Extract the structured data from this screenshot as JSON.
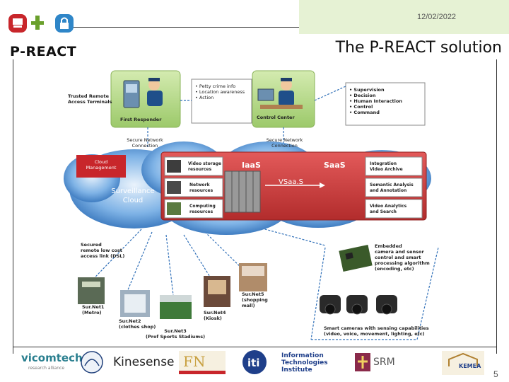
{
  "header": {
    "date": "12/02/2022",
    "brand": "P-REACT",
    "title": "The P-REACT solution"
  },
  "diagram": {
    "top_left": {
      "terminals_label": "Trusted Remote\nAccess Terminals",
      "first_responder_label": "First Responder",
      "bullets": [
        "Petty crime info",
        "Location awareness",
        "Action"
      ],
      "connection_label": "Secure Network\nConnection"
    },
    "top_right": {
      "control_center_label": "Control Center",
      "bullets": [
        "Supervision",
        "Decision",
        "Human Interaction",
        "Control",
        "Command"
      ],
      "connection_label": "Secure Network\nConnection"
    },
    "cloud": {
      "cloud_management": "Cloud\nManagement",
      "surveillance_cloud": "Surveillance\nCloud",
      "iaas": "IaaS",
      "saas": "SaaS",
      "vsaas": "VSaa.S",
      "iaas_items": [
        "Video storage\nresources",
        "Network\nresources",
        "Computing\nresources"
      ],
      "saas_items": [
        "Integration\nVideo Archive",
        "Semantic Analysis\nand Annotation",
        "Video Analytics\nand Search"
      ]
    },
    "bottom": {
      "access_link": "Secured\nremote low cost\naccess link (DSL)",
      "surnet1": "Sur.Net1\n(Metro)",
      "surnet2": "Sur.Net2\n(clothes shop)",
      "surnet3": "Sur.Net3\n(Prof Sports Stadiums)",
      "surnet4": "Sur.Net4\n(Kiosk)",
      "surnet5": "Sur.Net5\n(shopping\nmall)",
      "embedded": "Embedded\ncamera and sensor\ncontrol and smart\nprocessing algorithm\n(encoding, etc)",
      "smart_cameras": "Smart cameras with sensing capabilities\n(video, voice, movement, lighting, etc)"
    }
  },
  "footer": {
    "logos": {
      "vicomtech": "vicomtech",
      "vicomtech_sub": "research alliance",
      "kinesense": "Kinesense",
      "iti": "iti",
      "iti_full": "Information\nTechnologies\nInstitute",
      "srm": "SRM",
      "kemea": "KEMEA"
    },
    "page_number": "5"
  },
  "colors": {
    "cloud_blue": "#2f7fcf",
    "cloud_light": "#cfe3f7",
    "panel_red": "#d24545",
    "box_green": "#b9d98a",
    "header_band": "#e6f2d4"
  }
}
